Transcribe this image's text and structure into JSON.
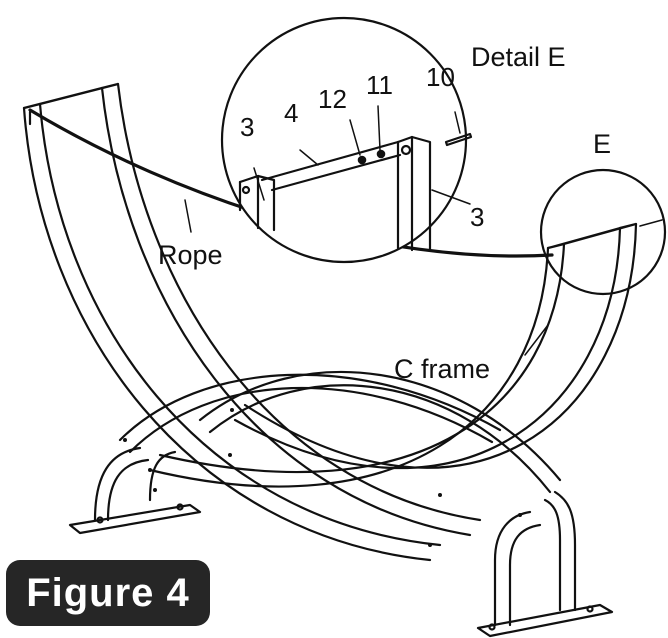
{
  "labels": {
    "detail_title": "Detail E",
    "callout_e": "E",
    "part_3_left": "3",
    "part_4": "4",
    "part_12": "12",
    "part_11": "11",
    "part_10": "10",
    "part_3_right": "3",
    "rope": "Rope",
    "c_frame": "C frame"
  },
  "figure": {
    "label": "Figure 4"
  },
  "colors": {
    "ink": "#111111",
    "badge": "#262626",
    "badge_text": "#ffffff"
  }
}
